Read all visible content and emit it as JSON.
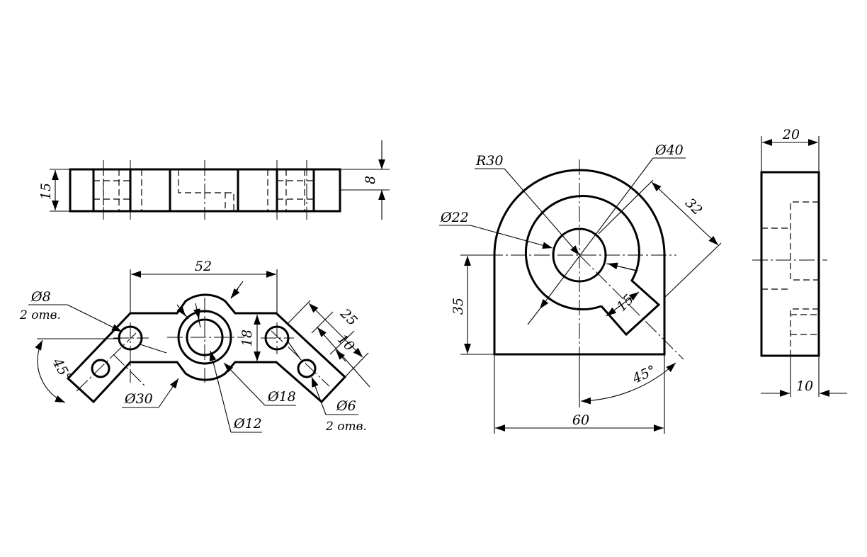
{
  "part1": {
    "front_view": {
      "height_dim": "15",
      "thickness_dim": "8"
    },
    "top_view": {
      "width_dim": "52",
      "hole_left_dim": "Ø8",
      "hole_left_count": "2 отв.",
      "angle_dim": "45°",
      "boss_outer_dim": "Ø30",
      "bore_dim": "Ø12",
      "boss_inner_dim": "Ø18",
      "slot_dim": "18",
      "arm_dim": "25",
      "arm_width_dim": "10",
      "hole_right_dim": "Ø6",
      "hole_right_count": "2 отв."
    }
  },
  "part2": {
    "front_view": {
      "radius_dim": "R30",
      "outer_circle_dim": "Ø40",
      "inner_circle_dim": "Ø22",
      "slot_length_dim": "32",
      "slot_width_dim": "15",
      "base_height_dim": "35",
      "angle_dim": "45°",
      "width_dim": "60"
    },
    "side_view": {
      "width_dim": "20",
      "step_dim": "10"
    }
  }
}
